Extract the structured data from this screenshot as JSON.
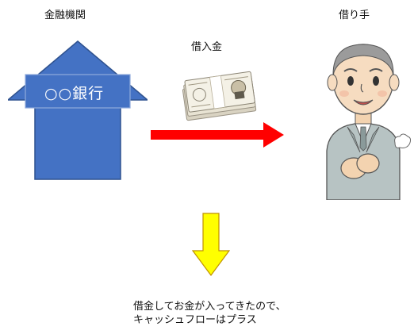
{
  "diagram": {
    "lender_label": "金融機関",
    "loan_label": "借入金",
    "borrower_label": "借り手",
    "bank_name": "○○銀行",
    "caption_line1": "借金してお金が入ってきたので、",
    "caption_line2": "キャッシュフローはプラス"
  },
  "colors": {
    "bank_blue": "#4472C4",
    "bank_outline": "#2F528F",
    "flow_arrow_red": "#FF0000",
    "result_arrow_yellow": "#FFFF00",
    "result_arrow_outline": "#BF9000"
  },
  "icons": {
    "bank": "bank-building-icon",
    "money": "money-bundle-icon",
    "borrower": "businessman-icon",
    "flow": "right-arrow-icon",
    "result": "down-arrow-icon"
  }
}
